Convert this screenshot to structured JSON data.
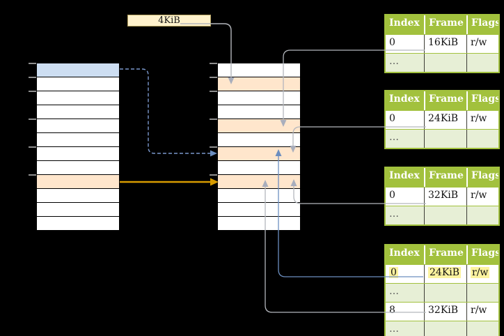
{
  "colors": {
    "background": "#000000",
    "strip_cell": "#ffffff",
    "page_blue": "#cddef2",
    "page_orange": "#ffe6cc",
    "label_fill": "#fff2cc",
    "label_border": "#b3a05e",
    "table_header_green": "#a2c13d",
    "table_light_green": "#e7efd6",
    "highlight_yellow": "#fcf39f",
    "gray_arrow": "#b3b6bc",
    "blue_arrow": "#6c8ebf",
    "dashed_blue_arrow": "#7a98cc",
    "orange_arrow": "#d79b00"
  },
  "size_label": {
    "text": "4KiB"
  },
  "virtual_memory": {
    "row_count": 12,
    "row_fills": [
      "page_blue",
      "",
      "",
      "",
      "",
      "",
      "",
      "",
      "page_orange",
      "",
      "",
      ""
    ],
    "tick_offsets": [
      0,
      20,
      40,
      80,
      120,
      160
    ]
  },
  "physical_memory": {
    "row_count": 12,
    "row_fills": [
      "",
      "page_orange",
      "",
      "",
      "page_orange",
      "",
      "page_orange",
      "",
      "page_orange",
      "",
      "",
      ""
    ],
    "tick_offsets": [
      0,
      20,
      40,
      80,
      120,
      160
    ]
  },
  "page_tables": [
    {
      "headers": [
        "Index",
        "Frame",
        "Flags"
      ],
      "rows": [
        {
          "cells": [
            "0",
            "16KiB",
            "r/w"
          ]
        },
        {
          "cells": [
            "…",
            "",
            ""
          ]
        }
      ]
    },
    {
      "headers": [
        "Index",
        "Frame",
        "Flags"
      ],
      "rows": [
        {
          "cells": [
            "0",
            "24KiB",
            "r/w"
          ]
        },
        {
          "cells": [
            "…",
            "",
            ""
          ]
        }
      ]
    },
    {
      "headers": [
        "Index",
        "Frame",
        "Flags"
      ],
      "rows": [
        {
          "cells": [
            "0",
            "32KiB",
            "r/w"
          ]
        },
        {
          "cells": [
            "…",
            "",
            ""
          ]
        }
      ]
    },
    {
      "headers": [
        "Index",
        "Frame",
        "Flags"
      ],
      "rows": [
        {
          "cells": [
            "0",
            "24KiB",
            "r/w"
          ],
          "highlighted": true
        },
        {
          "cells": [
            "…",
            "",
            ""
          ]
        },
        {
          "cells": [
            "8",
            "32KiB",
            "r/w"
          ]
        },
        {
          "cells": [
            "…",
            "",
            ""
          ]
        }
      ]
    }
  ]
}
